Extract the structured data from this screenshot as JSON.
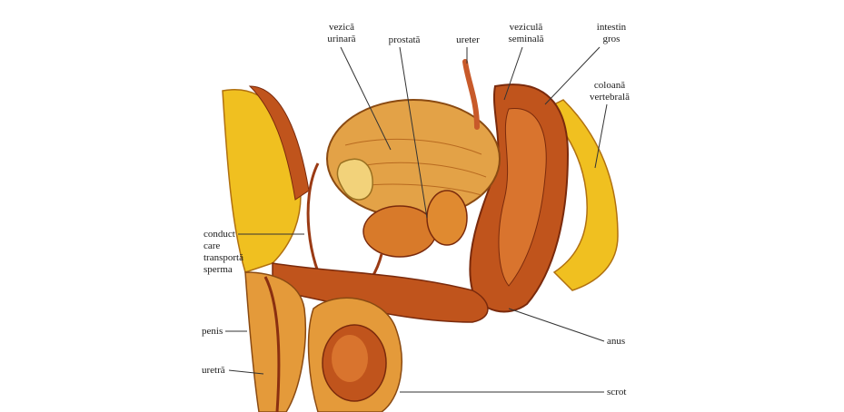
{
  "labels": {
    "vezica_urinara": [
      "vezică",
      "urinară"
    ],
    "prostata": "prostată",
    "ureter": "ureter",
    "vezicula_seminala": [
      "veziculă",
      "seminală"
    ],
    "intestin_gros": [
      "intestin",
      "gros"
    ],
    "coloana_vertebrala": [
      "coloană",
      "vertebrală"
    ],
    "conduct": [
      "conduct",
      "care",
      "transportă",
      "sperma"
    ],
    "penis": "penis",
    "uretra": "uretră",
    "anus": "anus",
    "scrot": "scrot"
  },
  "colors": {
    "muscle": "#c0541c",
    "muscle_dark": "#8a2f10",
    "tissue": "#e49a3a",
    "fat": "#f0c020",
    "bladder": "#e3a247",
    "background": "#ffffff"
  }
}
